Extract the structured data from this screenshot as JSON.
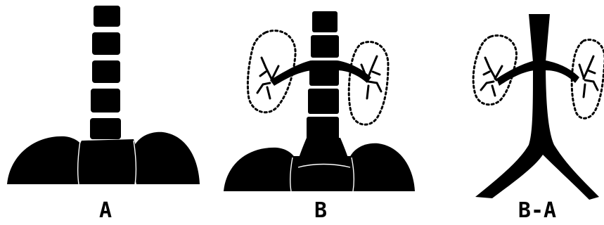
{
  "panels": [
    {
      "id": "A",
      "label": "A"
    },
    {
      "id": "B",
      "label": "B"
    },
    {
      "id": "B-A",
      "label": "B-A"
    }
  ]
}
